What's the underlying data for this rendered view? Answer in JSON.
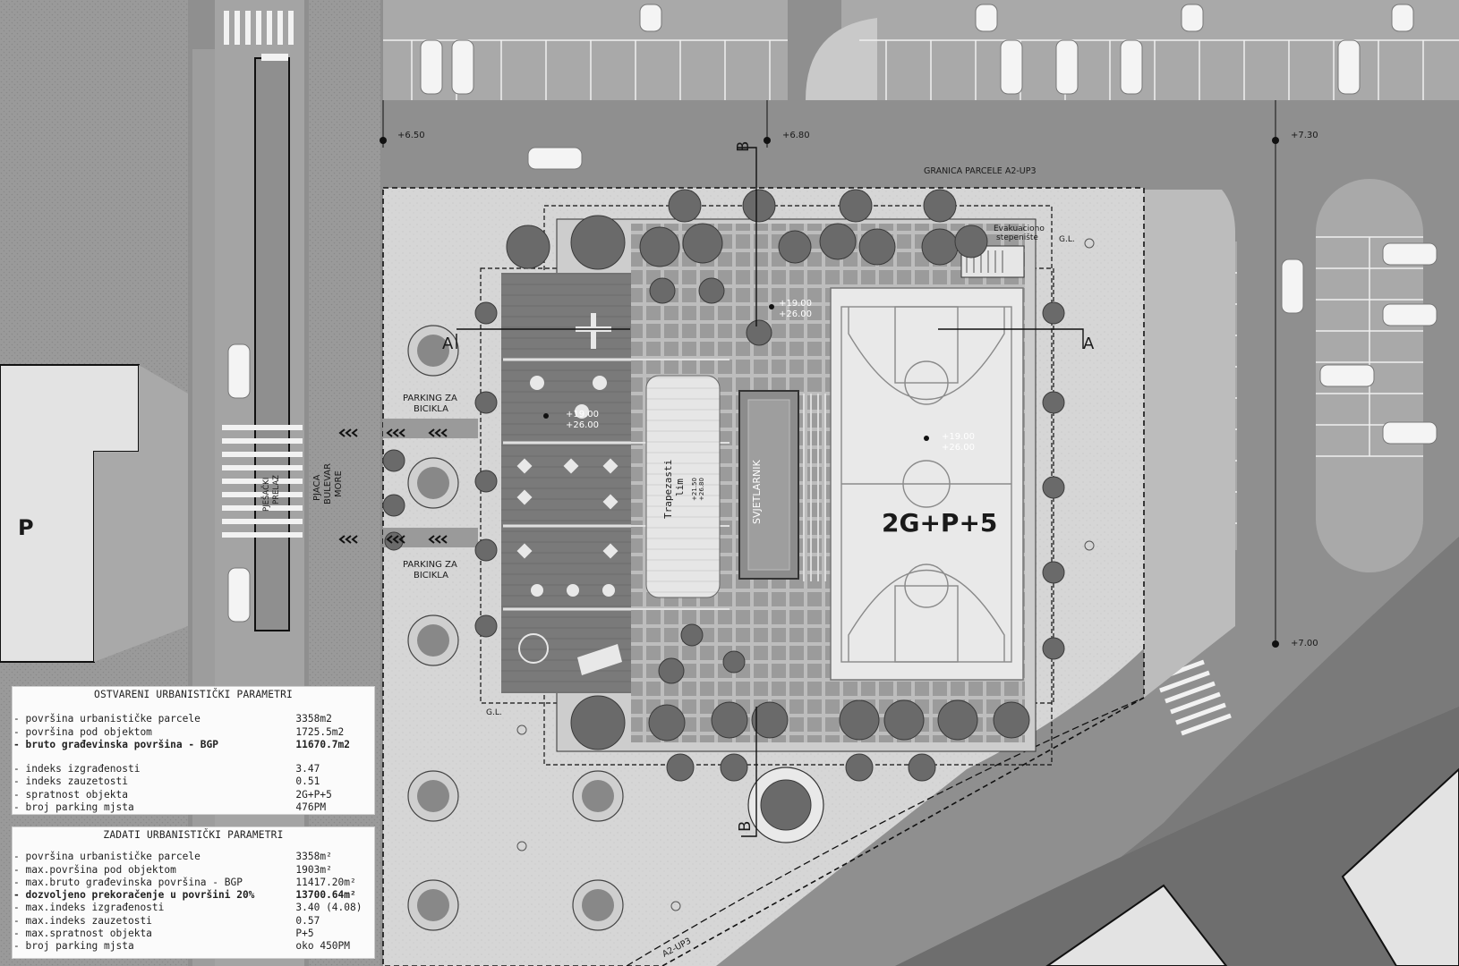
{
  "labels": {
    "elev_1": "+6.50",
    "elev_2": "+6.80",
    "elev_3": "+7.30",
    "elev_4": "+7.00",
    "boundary": "GRANICA PARCELE A2-UP3",
    "boundary_lower": "A2-UP3",
    "evac": "Evakuaciono",
    "evac2": "stepenište",
    "gl_1": "G.L.",
    "gl_2": "G.L.",
    "section_a": "A",
    "section_b": "B",
    "level_1a": "+19.00",
    "level_1b": "+26.00",
    "level_2a": "+19.00",
    "level_2b": "+26.00",
    "level_3a": "+19.00",
    "level_3b": "+26.00",
    "bike_1a": "PARKING ZA",
    "bike_1b": "BICIKLA",
    "bike_2a": "PARKING ZA",
    "bike_2b": "BICIKLA",
    "crossing_a": "PJEŠAČKI",
    "crossing_b": "PRELAZ",
    "piazza_a": "PJACA",
    "piazza_b": "BULEVAR",
    "piazza_c": "MORE",
    "roof_a": "Trapezasti",
    "roof_b": "lim",
    "roof_c": "+21.50",
    "roof_d": "+26.80",
    "skylight": "SVJETLARNIK",
    "storeys": "2G+P+5",
    "parking_p": "P"
  },
  "colors": {
    "road": "#8f8f8f",
    "pavement": "#c8c8c8",
    "plot": "#d8d8d8",
    "roof": "#a6a6a6",
    "court": "#e4e4e4",
    "tree": "#6d6d6d"
  },
  "table_achieved": {
    "title": "OSTVARENI URBANISTIČKI PARAMETRI",
    "rows": [
      {
        "label": "- površina urbanističke parcele",
        "value": "3358m2"
      },
      {
        "label": "- površina pod objektom",
        "value": "1725.5m2"
      },
      {
        "label": "- bruto građevinska površina - BGP",
        "value": "11670.7m2",
        "bold": true
      },
      {
        "label": "- indeks izgrađenosti",
        "value": "3.47"
      },
      {
        "label": "- indeks zauzetosti",
        "value": "0.51"
      },
      {
        "label": "- spratnost objekta",
        "value": "2G+P+5"
      },
      {
        "label": "- broj parking mjsta",
        "value": "476PM"
      }
    ]
  },
  "table_given": {
    "title": "ZADATI URBANISTIČKI PARAMETRI",
    "rows": [
      {
        "label": "- površina urbanističke parcele",
        "value": "3358m²"
      },
      {
        "label": "- max.površina pod objektom",
        "value": "1903m²"
      },
      {
        "label": "- max.bruto građevinska površina - BGP",
        "value": "11417.20m²"
      },
      {
        "label": "- dozvoljeno prekoračenje u površini 20%",
        "value": "13700.64m²",
        "bold": true
      },
      {
        "label": "- max.indeks izgrađenosti",
        "value": "3.40 (4.08)"
      },
      {
        "label": "- max.indeks zauzetosti",
        "value": "0.57"
      },
      {
        "label": "- max.spratnost objekta",
        "value": "P+5"
      },
      {
        "label": "- broj parking mjsta",
        "value": "oko 450PM"
      }
    ]
  }
}
